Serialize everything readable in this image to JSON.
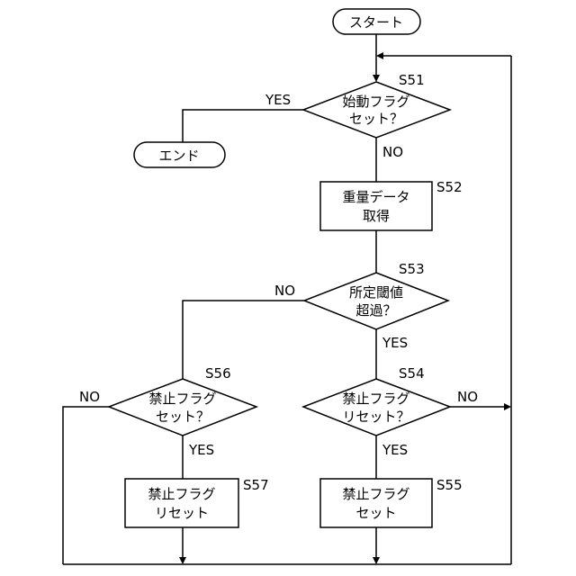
{
  "flowchart": {
    "start": "スタート",
    "end": "エンド",
    "s51": {
      "id": "S51",
      "line1": "始動フラグ",
      "line2": "セット？"
    },
    "s52": {
      "id": "S52",
      "line1": "重量データ",
      "line2": "取得"
    },
    "s53": {
      "id": "S53",
      "line1": "所定閾値",
      "line2": "超過？"
    },
    "s54": {
      "id": "S54",
      "line1": "禁止フラグ",
      "line2": "リセット？"
    },
    "s55": {
      "id": "S55",
      "line1": "禁止フラグ",
      "line2": "セット"
    },
    "s56": {
      "id": "S56",
      "line1": "禁止フラグ",
      "line2": "セット？"
    },
    "s57": {
      "id": "S57",
      "line1": "禁止フラグ",
      "line2": "リセット"
    },
    "labels": {
      "s51_yes": "YES",
      "s51_no": "NO",
      "s53_no": "NO",
      "s53_yes": "YES",
      "s54_no": "NO",
      "s54_yes": "YES",
      "s56_no": "NO",
      "s56_yes": "YES"
    }
  }
}
